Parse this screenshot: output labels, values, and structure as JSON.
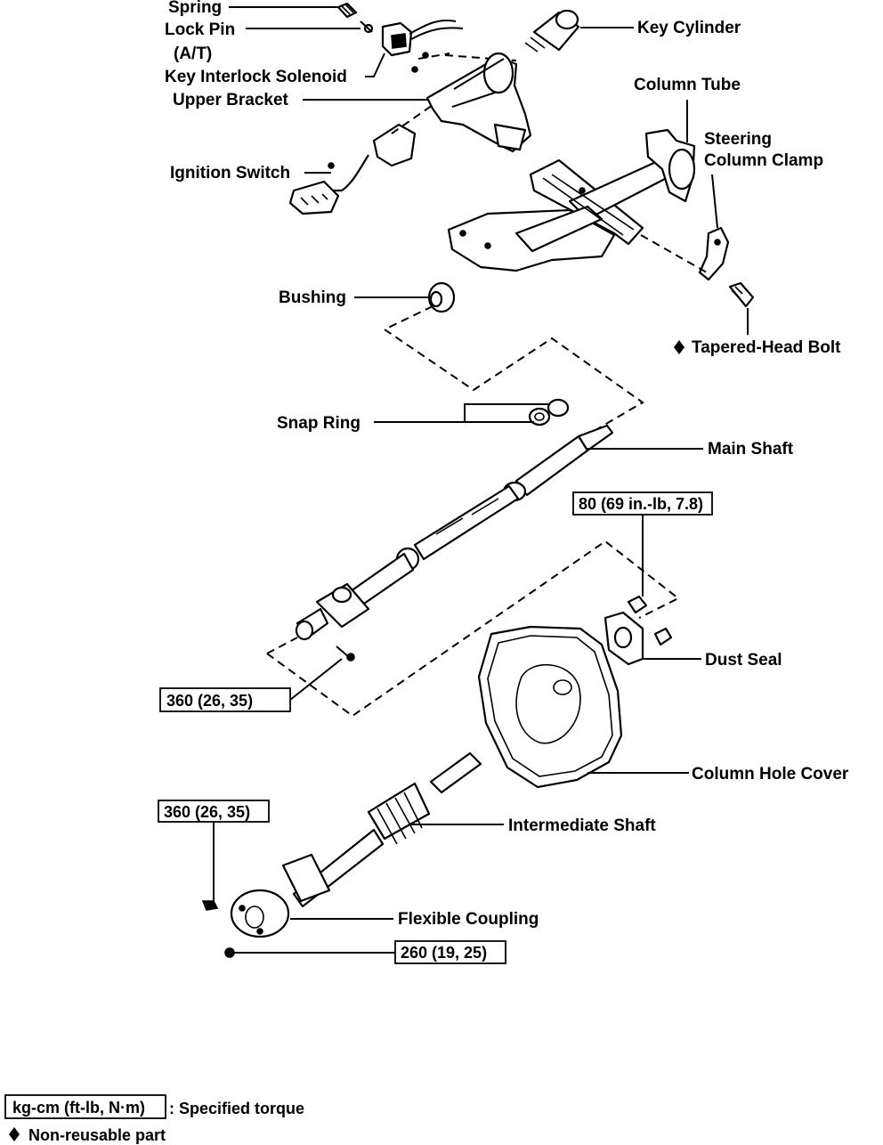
{
  "labels": {
    "spring": "Spring",
    "lock_pin": "Lock Pin",
    "at_note": "(A/T)",
    "key_interlock_solenoid": "Key Interlock Solenoid",
    "upper_bracket": "Upper Bracket",
    "ignition_switch": "Ignition Switch",
    "key_cylinder": "Key Cylinder",
    "column_tube": "Column Tube",
    "steering_column_clamp_1": "Steering",
    "steering_column_clamp_2": "Column Clamp",
    "bushing": "Bushing",
    "tapered_head_bolt": "Tapered-Head Bolt",
    "snap_ring": "Snap Ring",
    "main_shaft": "Main Shaft",
    "dust_seal": "Dust Seal",
    "column_hole_cover": "Column Hole Cover",
    "intermediate_shaft": "Intermediate Shaft",
    "flexible_coupling": "Flexible Coupling"
  },
  "torques": {
    "dust_seal_bolt": "80 (69 in.-lb, 7.8)",
    "main_shaft_bolt": "360 (26, 35)",
    "coupling_bolt_upper": "360 (26, 35)",
    "coupling_bolt_lower": "260 (19, 25)"
  },
  "legend": {
    "unit_box": "kg-cm (ft-lb, N·m)",
    "unit_desc": ": Specified torque",
    "nonreusable": "Non-reusable part"
  },
  "icons": {
    "nonreusable_marker": "diamond-icon"
  }
}
